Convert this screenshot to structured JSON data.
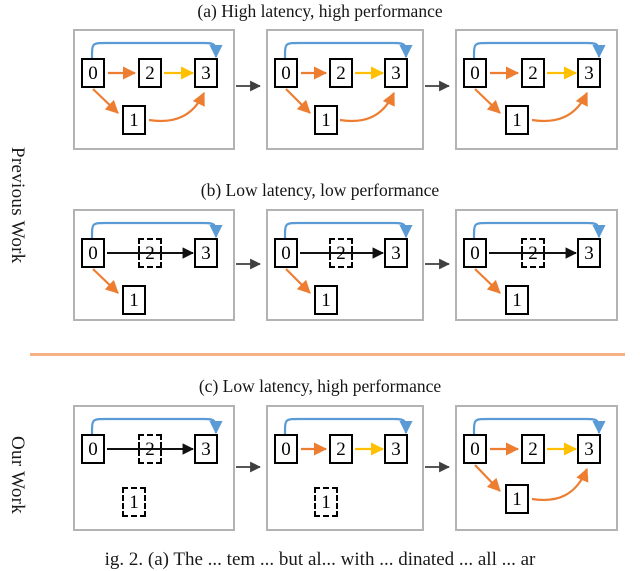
{
  "figure": {
    "side_labels": {
      "previous": "Previous Work",
      "our": "Our Work"
    },
    "sections": [
      {
        "id": "a",
        "title": "(a) High latency, high performance"
      },
      {
        "id": "b",
        "title": "(b) Low latency, low performance"
      },
      {
        "id": "c",
        "title": "(c) Low latency, high performance"
      }
    ],
    "nodes": {
      "n0": "0",
      "n1": "1",
      "n2": "2",
      "n3": "3"
    },
    "colors": {
      "divider": "#f5b183",
      "panel_border": "#b3b3b3",
      "node_border": "#000000",
      "edge_blue": "#5b9bd5",
      "edge_orange": "#ed7d31",
      "edge_yellow": "#ffc000",
      "edge_black": "#111111",
      "connector": "#3f3f3f",
      "background": "#ffffff"
    },
    "caption": "ig. 2.  (a) The ... tem ... but al... with ... dinated ... all ... ar"
  },
  "chart_data": {
    "type": "diagram",
    "title": "Speculative execution DAG schedules",
    "rows": [
      {
        "row_label": "Previous Work",
        "section": "a",
        "section_title": "(a) High latency, high performance",
        "panels": [
          {
            "index": 1,
            "nodes": [
              {
                "id": "0",
                "label": "0",
                "style": "solid"
              },
              {
                "id": "2",
                "label": "2",
                "style": "solid"
              },
              {
                "id": "3",
                "label": "3",
                "style": "solid"
              },
              {
                "id": "1",
                "label": "1",
                "style": "solid"
              }
            ],
            "edges": [
              {
                "from": "0",
                "to": "3",
                "color": "blue",
                "shape": "arc-top"
              },
              {
                "from": "0",
                "to": "2",
                "color": "orange",
                "shape": "straight"
              },
              {
                "from": "2",
                "to": "3",
                "color": "yellow",
                "shape": "straight"
              },
              {
                "from": "0",
                "to": "1",
                "color": "orange",
                "shape": "diagonal"
              },
              {
                "from": "1",
                "to": "3",
                "color": "orange",
                "shape": "arc-bottom"
              }
            ]
          },
          {
            "index": 2,
            "nodes": [
              {
                "id": "0",
                "label": "0",
                "style": "solid"
              },
              {
                "id": "2",
                "label": "2",
                "style": "solid"
              },
              {
                "id": "3",
                "label": "3",
                "style": "solid"
              },
              {
                "id": "1",
                "label": "1",
                "style": "solid"
              }
            ],
            "edges": [
              {
                "from": "0",
                "to": "3",
                "color": "blue",
                "shape": "arc-top"
              },
              {
                "from": "0",
                "to": "2",
                "color": "orange",
                "shape": "straight"
              },
              {
                "from": "2",
                "to": "3",
                "color": "yellow",
                "shape": "straight"
              },
              {
                "from": "0",
                "to": "1",
                "color": "orange",
                "shape": "diagonal"
              },
              {
                "from": "1",
                "to": "3",
                "color": "orange",
                "shape": "arc-bottom"
              }
            ]
          },
          {
            "index": 3,
            "nodes": [
              {
                "id": "0",
                "label": "0",
                "style": "solid"
              },
              {
                "id": "2",
                "label": "2",
                "style": "solid"
              },
              {
                "id": "3",
                "label": "3",
                "style": "solid"
              },
              {
                "id": "1",
                "label": "1",
                "style": "solid"
              }
            ],
            "edges": [
              {
                "from": "0",
                "to": "3",
                "color": "blue",
                "shape": "arc-top"
              },
              {
                "from": "0",
                "to": "2",
                "color": "orange",
                "shape": "straight"
              },
              {
                "from": "2",
                "to": "3",
                "color": "yellow",
                "shape": "straight"
              },
              {
                "from": "0",
                "to": "1",
                "color": "orange",
                "shape": "diagonal"
              },
              {
                "from": "1",
                "to": "3",
                "color": "orange",
                "shape": "arc-bottom"
              }
            ]
          }
        ]
      },
      {
        "row_label": "Previous Work",
        "section": "b",
        "section_title": "(b) Low latency, low performance",
        "panels": [
          {
            "index": 1,
            "nodes": [
              {
                "id": "0",
                "label": "0",
                "style": "solid"
              },
              {
                "id": "2",
                "label": "2",
                "style": "dashed"
              },
              {
                "id": "3",
                "label": "3",
                "style": "solid"
              },
              {
                "id": "1",
                "label": "1",
                "style": "solid"
              }
            ],
            "edges": [
              {
                "from": "0",
                "to": "3",
                "color": "blue",
                "shape": "arc-top"
              },
              {
                "from": "0",
                "to": "3",
                "color": "black",
                "shape": "through-2"
              },
              {
                "from": "0",
                "to": "1",
                "color": "orange",
                "shape": "diagonal"
              }
            ]
          },
          {
            "index": 2,
            "nodes": [
              {
                "id": "0",
                "label": "0",
                "style": "solid"
              },
              {
                "id": "2",
                "label": "2",
                "style": "dashed"
              },
              {
                "id": "3",
                "label": "3",
                "style": "solid"
              },
              {
                "id": "1",
                "label": "1",
                "style": "solid"
              }
            ],
            "edges": [
              {
                "from": "0",
                "to": "3",
                "color": "blue",
                "shape": "arc-top"
              },
              {
                "from": "0",
                "to": "3",
                "color": "black",
                "shape": "through-2"
              },
              {
                "from": "0",
                "to": "1",
                "color": "orange",
                "shape": "diagonal"
              }
            ]
          },
          {
            "index": 3,
            "nodes": [
              {
                "id": "0",
                "label": "0",
                "style": "solid"
              },
              {
                "id": "2",
                "label": "2",
                "style": "dashed"
              },
              {
                "id": "3",
                "label": "3",
                "style": "solid"
              },
              {
                "id": "1",
                "label": "1",
                "style": "solid"
              }
            ],
            "edges": [
              {
                "from": "0",
                "to": "3",
                "color": "blue",
                "shape": "arc-top"
              },
              {
                "from": "0",
                "to": "3",
                "color": "black",
                "shape": "through-2"
              },
              {
                "from": "0",
                "to": "1",
                "color": "orange",
                "shape": "diagonal"
              }
            ]
          }
        ]
      },
      {
        "row_label": "Our Work",
        "section": "c",
        "section_title": "(c) Low latency, high performance",
        "panels": [
          {
            "index": 1,
            "nodes": [
              {
                "id": "0",
                "label": "0",
                "style": "solid"
              },
              {
                "id": "2",
                "label": "2",
                "style": "dashed"
              },
              {
                "id": "3",
                "label": "3",
                "style": "solid"
              },
              {
                "id": "1",
                "label": "1",
                "style": "dashed"
              }
            ],
            "edges": [
              {
                "from": "0",
                "to": "3",
                "color": "blue",
                "shape": "arc-top"
              },
              {
                "from": "0",
                "to": "3",
                "color": "black",
                "shape": "through-2"
              }
            ]
          },
          {
            "index": 2,
            "nodes": [
              {
                "id": "0",
                "label": "0",
                "style": "solid"
              },
              {
                "id": "2",
                "label": "2",
                "style": "solid"
              },
              {
                "id": "3",
                "label": "3",
                "style": "solid"
              },
              {
                "id": "1",
                "label": "1",
                "style": "dashed"
              }
            ],
            "edges": [
              {
                "from": "0",
                "to": "3",
                "color": "blue",
                "shape": "arc-top"
              },
              {
                "from": "0",
                "to": "2",
                "color": "orange",
                "shape": "straight"
              },
              {
                "from": "2",
                "to": "3",
                "color": "yellow",
                "shape": "straight"
              }
            ]
          },
          {
            "index": 3,
            "nodes": [
              {
                "id": "0",
                "label": "0",
                "style": "solid"
              },
              {
                "id": "2",
                "label": "2",
                "style": "solid"
              },
              {
                "id": "3",
                "label": "3",
                "style": "solid"
              },
              {
                "id": "1",
                "label": "1",
                "style": "solid"
              }
            ],
            "edges": [
              {
                "from": "0",
                "to": "3",
                "color": "blue",
                "shape": "arc-top"
              },
              {
                "from": "0",
                "to": "2",
                "color": "orange",
                "shape": "straight"
              },
              {
                "from": "2",
                "to": "3",
                "color": "yellow",
                "shape": "straight"
              },
              {
                "from": "0",
                "to": "1",
                "color": "orange",
                "shape": "diagonal"
              },
              {
                "from": "1",
                "to": "3",
                "color": "orange",
                "shape": "arc-bottom"
              }
            ]
          }
        ]
      }
    ],
    "connectors": [
      {
        "row": "a",
        "between": [
          1,
          2
        ],
        "color": "#3f3f3f"
      },
      {
        "row": "a",
        "between": [
          2,
          3
        ],
        "color": "#3f3f3f"
      },
      {
        "row": "b",
        "between": [
          1,
          2
        ],
        "color": "#3f3f3f"
      },
      {
        "row": "b",
        "between": [
          2,
          3
        ],
        "color": "#3f3f3f"
      },
      {
        "row": "c",
        "between": [
          1,
          2
        ],
        "color": "#3f3f3f"
      },
      {
        "row": "c",
        "between": [
          2,
          3
        ],
        "color": "#3f3f3f"
      }
    ]
  }
}
